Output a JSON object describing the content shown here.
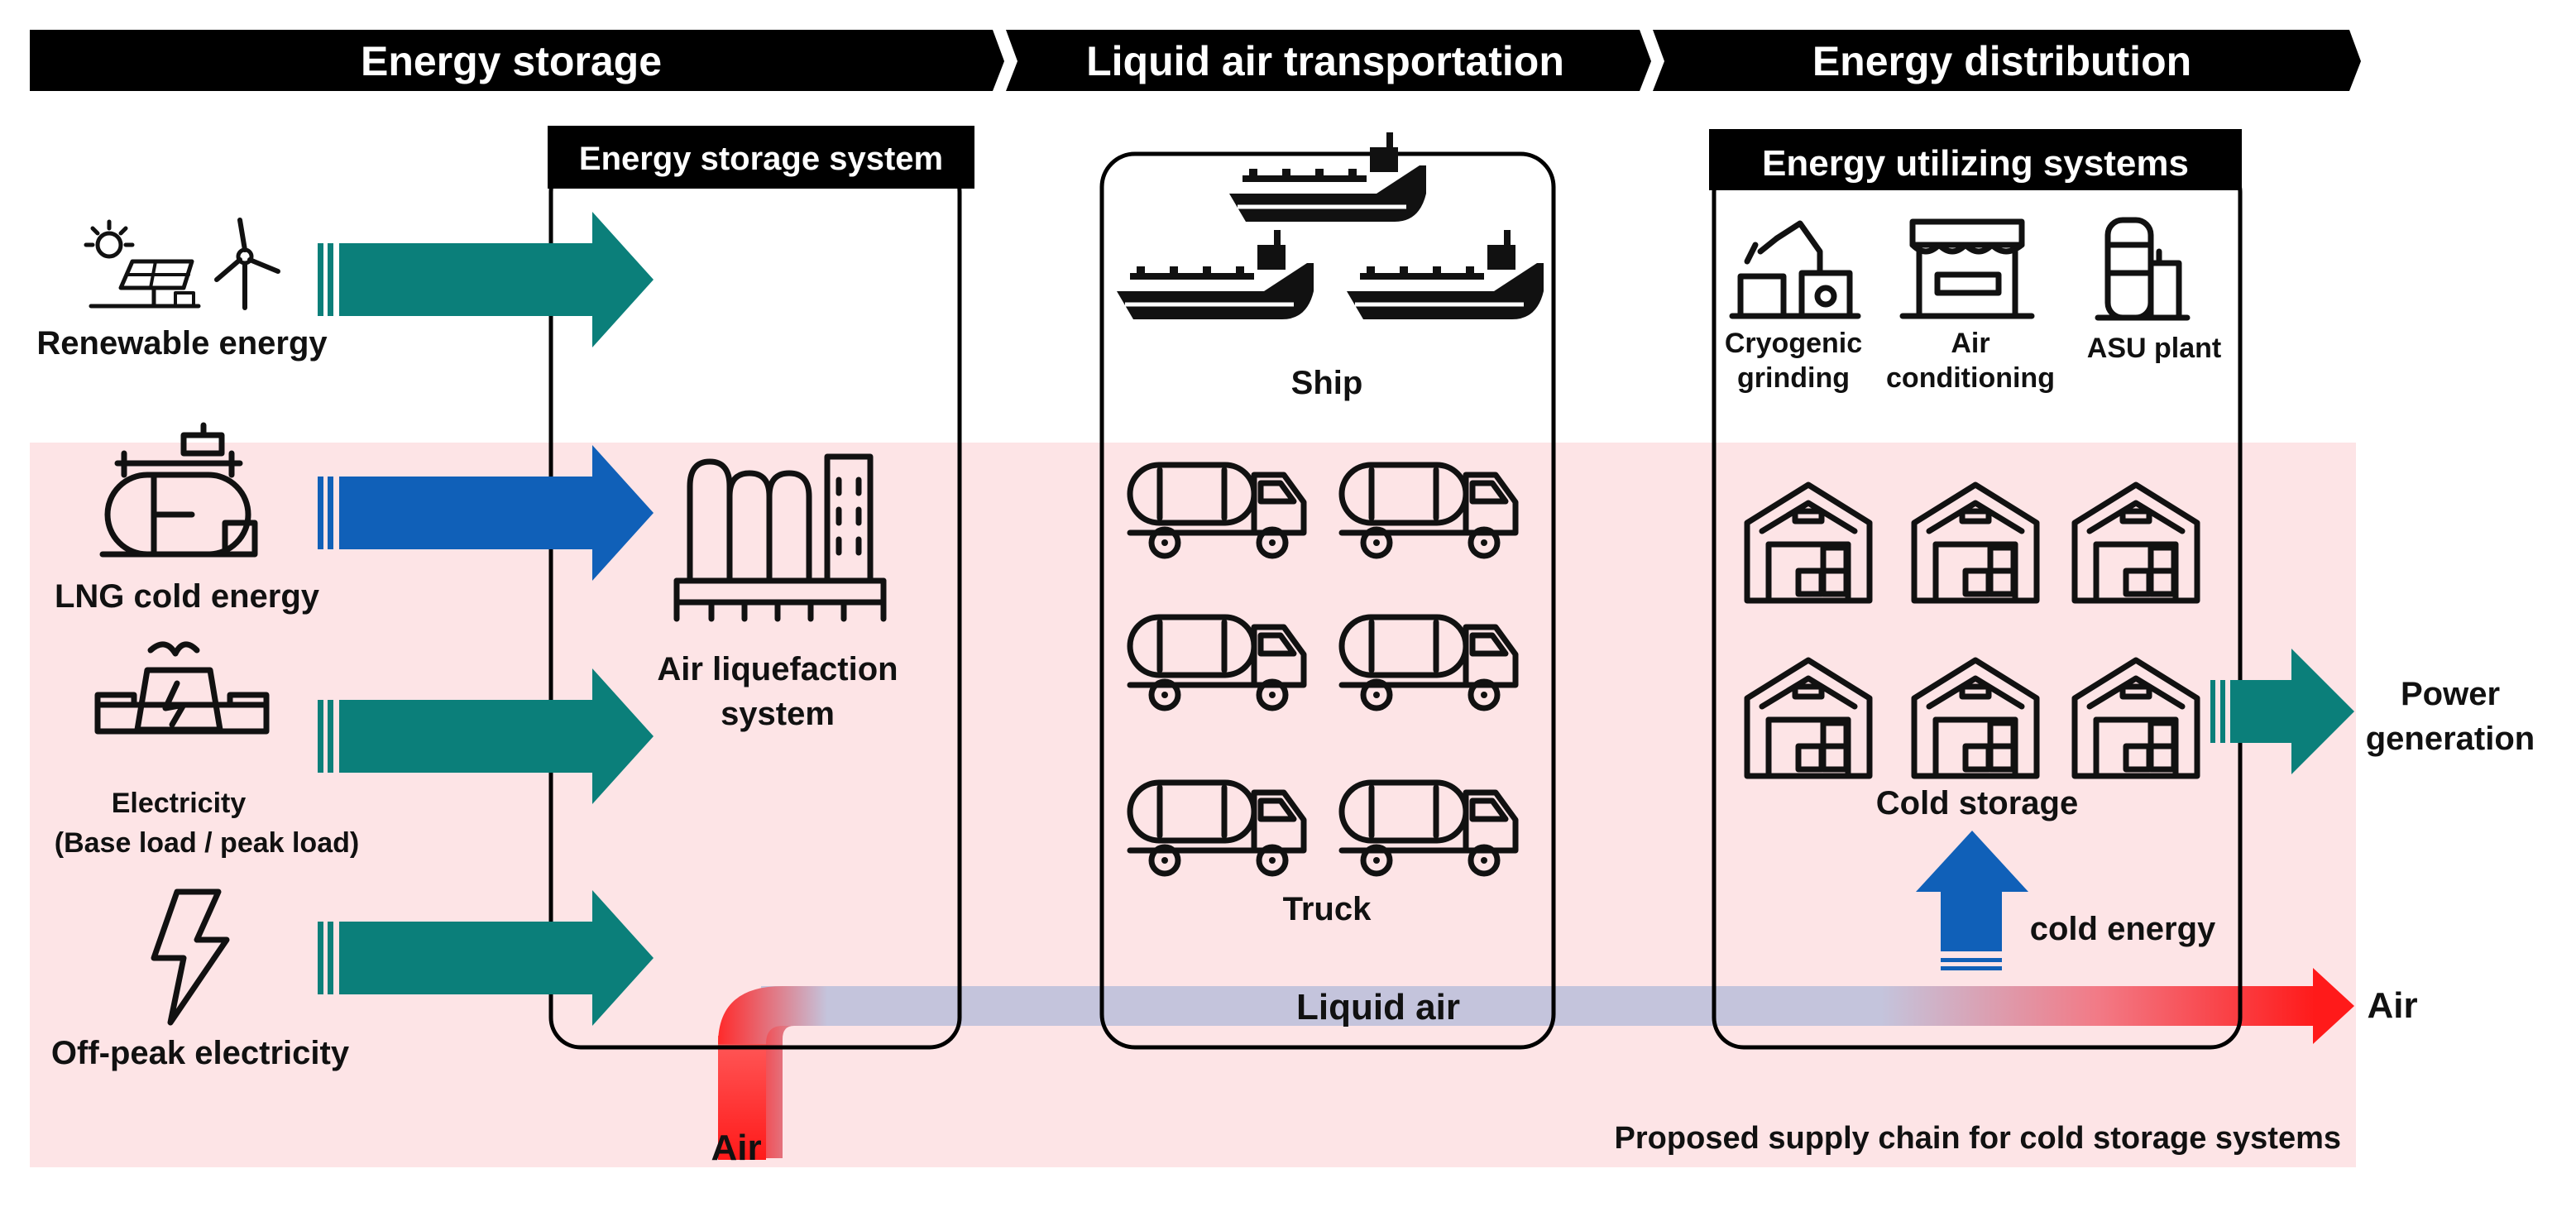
{
  "stages": {
    "storage": "Energy storage",
    "transport": "Liquid air transportation",
    "distribution": "Energy distribution"
  },
  "boxes": {
    "storage_system": "Energy storage system",
    "utilizing_systems": "Energy utilizing systems"
  },
  "sources": {
    "renewable": "Renewable energy",
    "lng": "LNG cold energy",
    "electricity": "Electricity",
    "electricity_sub": "(Base load / peak load)",
    "offpeak": "Off-peak electricity"
  },
  "storage": {
    "liquefaction_line1": "Air liquefaction",
    "liquefaction_line2": "system"
  },
  "transport": {
    "ship": "Ship",
    "truck": "Truck"
  },
  "utilization": {
    "cryogenic_line1": "Cryogenic",
    "cryogenic_line2": "grinding",
    "aircon_line1": "Air",
    "aircon_line2": "conditioning",
    "asu": "ASU plant",
    "cold_storage": "Cold storage",
    "cold_energy": "cold energy",
    "power_line1": "Power",
    "power_line2": "generation"
  },
  "flow": {
    "liquid_air": "Liquid air",
    "air_in": "Air",
    "air_out": "Air"
  },
  "caption": "Proposed supply chain for cold storage systems",
  "colors": {
    "teal_arrow": "#0b7f7a",
    "blue_arrow": "#1060b8",
    "pink_zone": "#fde4e6",
    "header_bar": "#000000",
    "air_red": "#ff1a1a",
    "liquid_air_band": "#c4c4dc"
  }
}
